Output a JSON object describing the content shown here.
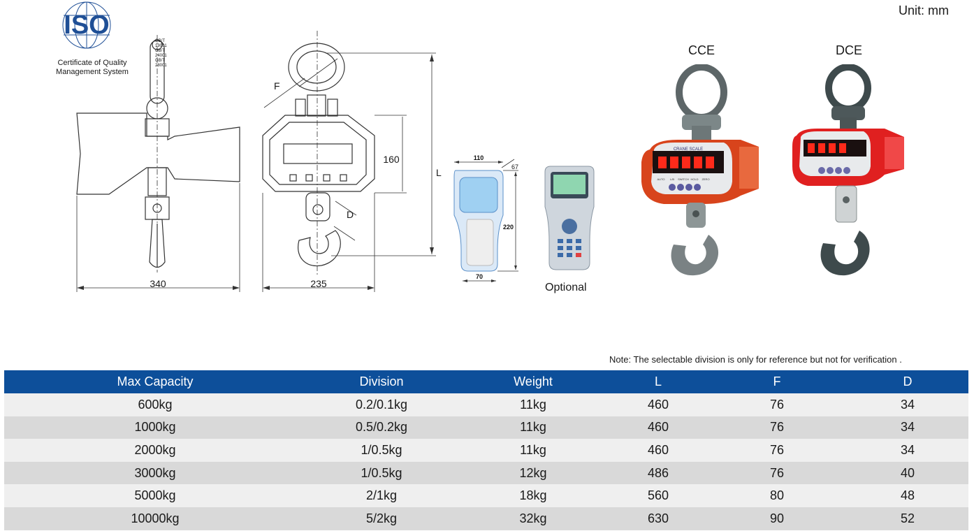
{
  "unit_label": "Unit: mm",
  "certificate": {
    "logo_text": "ISO",
    "standards": [
      "GB/T 19001",
      "GB/T 24001",
      "GB/T 28001"
    ],
    "caption_line1": "Certificate of Quality",
    "caption_line2": "Management System"
  },
  "dimensions": {
    "side_width": "340",
    "front_width": "235",
    "body_height": "160",
    "total_length": "L",
    "shackle": "F",
    "hook": "D"
  },
  "remote": {
    "width": "110",
    "depth": "67",
    "height": "220",
    "bottom_width": "70",
    "optional_label": "Optional"
  },
  "models": {
    "cce_label": "CCE",
    "dce_label": "DCE",
    "panel_text": "CRANE SCALE",
    "cce_buttons": [
      "AUTO",
      "L/B",
      "SWITCH",
      "HOLD",
      "ZERO"
    ]
  },
  "note": "Note: The selectable division is only for reference but not for verification .",
  "colors": {
    "header_bg": "#0d4f9a",
    "row_light": "#efefef",
    "row_dark": "#d9d9d9",
    "cce_body": "#d8441c",
    "dce_body": "#e02020",
    "led_red": "#ff2a1a"
  },
  "table": {
    "headers": [
      "Max Capacity",
      "Division",
      "Weight",
      "L",
      "F",
      "D"
    ],
    "rows": [
      [
        "600kg",
        "0.2/0.1kg",
        "11kg",
        "460",
        "76",
        "34"
      ],
      [
        "1000kg",
        "0.5/0.2kg",
        "11kg",
        "460",
        "76",
        "34"
      ],
      [
        "2000kg",
        "1/0.5kg",
        "11kg",
        "460",
        "76",
        "34"
      ],
      [
        "3000kg",
        "1/0.5kg",
        "12kg",
        "486",
        "76",
        "40"
      ],
      [
        "5000kg",
        "2/1kg",
        "18kg",
        "560",
        "80",
        "48"
      ],
      [
        "10000kg",
        "5/2kg",
        "32kg",
        "630",
        "90",
        "52"
      ]
    ]
  }
}
